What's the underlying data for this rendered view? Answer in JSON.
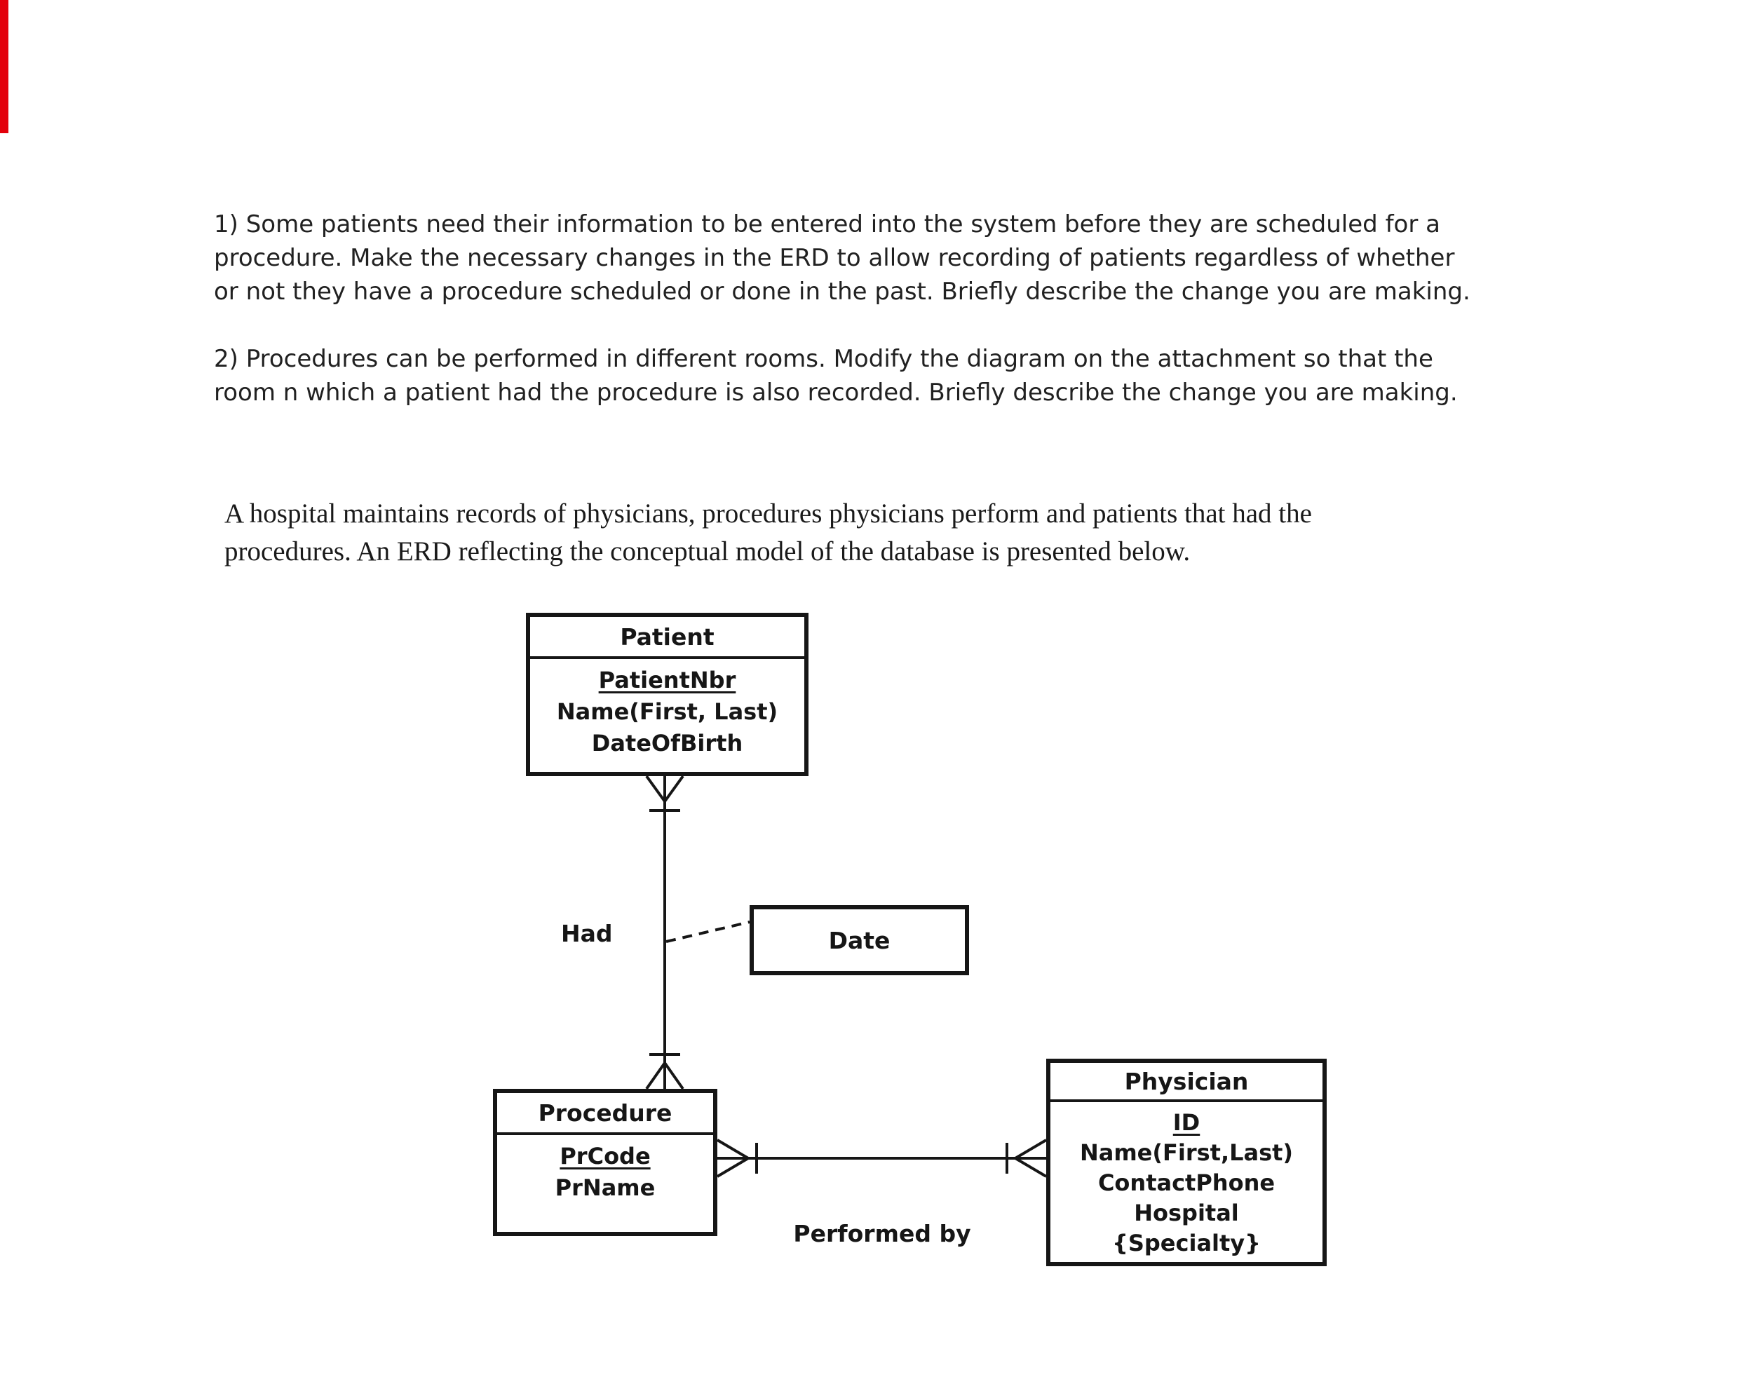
{
  "colors": {
    "ink": "#161616",
    "scan_artifact_red": "#e3000b"
  },
  "questions": {
    "q1_lines": [
      "1) Some patients need their information to be entered into the system before they are scheduled for a",
      "procedure. Make the necessary changes in the ERD to allow recording of patients regardless of whether",
      "or not they have a procedure scheduled or done in the past. Briefly describe the change you are making."
    ],
    "q2_lines": [
      "2) Procedures can be performed in different rooms. Modify the diagram on the attachment so that the",
      "room n which a patient had the procedure is also recorded. Briefly describe the change you are making."
    ]
  },
  "intro_lines": [
    "A hospital maintains records of physicians, procedures physicians perform and patients that had the",
    "procedures.  An ERD reflecting the conceptual model of the database is presented below."
  ],
  "erd": {
    "patient": {
      "title": "Patient",
      "attributes": [
        "PatientNbr",
        "Name(First, Last)",
        "DateOfBirth"
      ],
      "key": "PatientNbr"
    },
    "procedure": {
      "title": "Procedure",
      "attributes": [
        "PrCode",
        "PrName"
      ],
      "key": "PrCode"
    },
    "physician": {
      "title": "Physician",
      "attributes": [
        "ID",
        "Name(First,Last)",
        "ContactPhone",
        "Hospital",
        "{Specialty}"
      ],
      "key": "ID"
    },
    "had_relationship": {
      "label": "Had",
      "attribute_box": "Date"
    },
    "performed_by_relationship": {
      "label": "Performed by"
    }
  }
}
